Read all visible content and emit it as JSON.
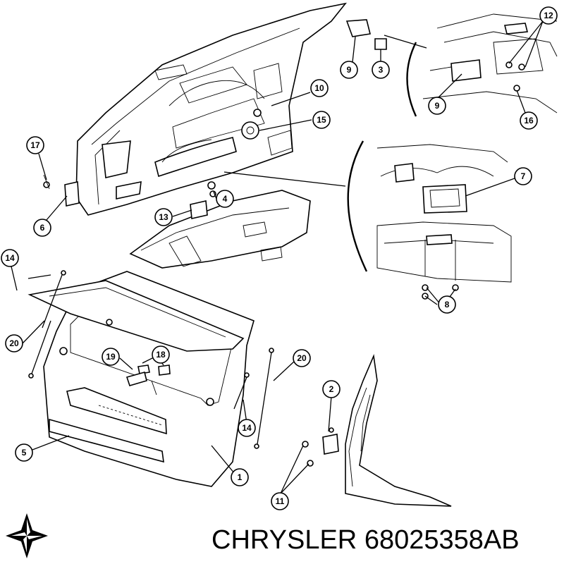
{
  "caption": {
    "brand": "CHRYSLER",
    "part_number": "68025358AB"
  },
  "callouts": [
    {
      "id": "c1",
      "label": "1"
    },
    {
      "id": "c2",
      "label": "2"
    },
    {
      "id": "c3",
      "label": "3"
    },
    {
      "id": "c4",
      "label": "4"
    },
    {
      "id": "c5",
      "label": "5"
    },
    {
      "id": "c6",
      "label": "6"
    },
    {
      "id": "c7",
      "label": "7"
    },
    {
      "id": "c8",
      "label": "8"
    },
    {
      "id": "c9a",
      "label": "9"
    },
    {
      "id": "c9b",
      "label": "9"
    },
    {
      "id": "c10",
      "label": "10"
    },
    {
      "id": "c11",
      "label": "11"
    },
    {
      "id": "c12",
      "label": "12"
    },
    {
      "id": "c13",
      "label": "13"
    },
    {
      "id": "c14a",
      "label": "14"
    },
    {
      "id": "c14b",
      "label": "14"
    },
    {
      "id": "c15",
      "label": "15"
    },
    {
      "id": "c16",
      "label": "16"
    },
    {
      "id": "c17",
      "label": "17"
    },
    {
      "id": "c18",
      "label": "18"
    },
    {
      "id": "c19",
      "label": "19"
    },
    {
      "id": "c20a",
      "label": "20"
    },
    {
      "id": "c20b",
      "label": "20"
    }
  ]
}
